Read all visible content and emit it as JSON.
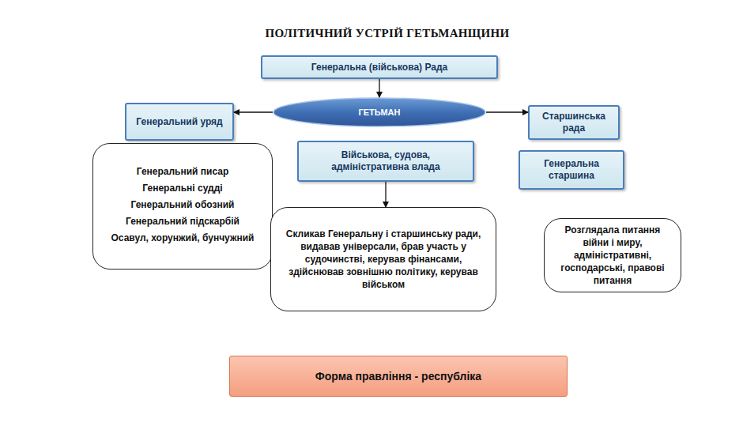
{
  "diagram": {
    "title": "ПОЛІТИЧНИЙ УСТРІЙ ГЕТЬМАНЩИНИ",
    "nodes": [
      {
        "text": [
          "Генеральна (військова) Рада"
        ]
      },
      {
        "text": [
          "Генеральний уряд"
        ]
      },
      {
        "text": [
          "ГЕТЬМАН"
        ]
      },
      {
        "text": [
          "Старшинська рада"
        ]
      },
      {
        "text": [
          "Військова, судова, адміністративна влада"
        ]
      },
      {
        "text": [
          "Генеральна старшина"
        ]
      },
      {
        "text": [
          "Генеральний писар",
          "Генеральні судді",
          "Генеральний обозний",
          "Генеральний підскарбій",
          "Осавул, хорунжий, бунчужний"
        ]
      },
      {
        "text": [
          "Скликав Генеральну і старшинську ради, видавав універсали, брав участь у судочинстві, керував фінансами, здійснював зовнішню політику, керував військом"
        ]
      },
      {
        "text": [
          "Розглядала питання війни і миру, адміністративні, господарські, правові питання"
        ]
      },
      {
        "text": [
          "Форма правління - республіка"
        ]
      }
    ],
    "edges": [
      {
        "from": 0,
        "to": 2,
        "arrow": "to"
      },
      {
        "from": 2,
        "to": 1,
        "arrow": "to"
      },
      {
        "from": 2,
        "to": 3,
        "arrow": "to"
      },
      {
        "from": 4,
        "to": 7,
        "arrow": "to"
      }
    ]
  }
}
